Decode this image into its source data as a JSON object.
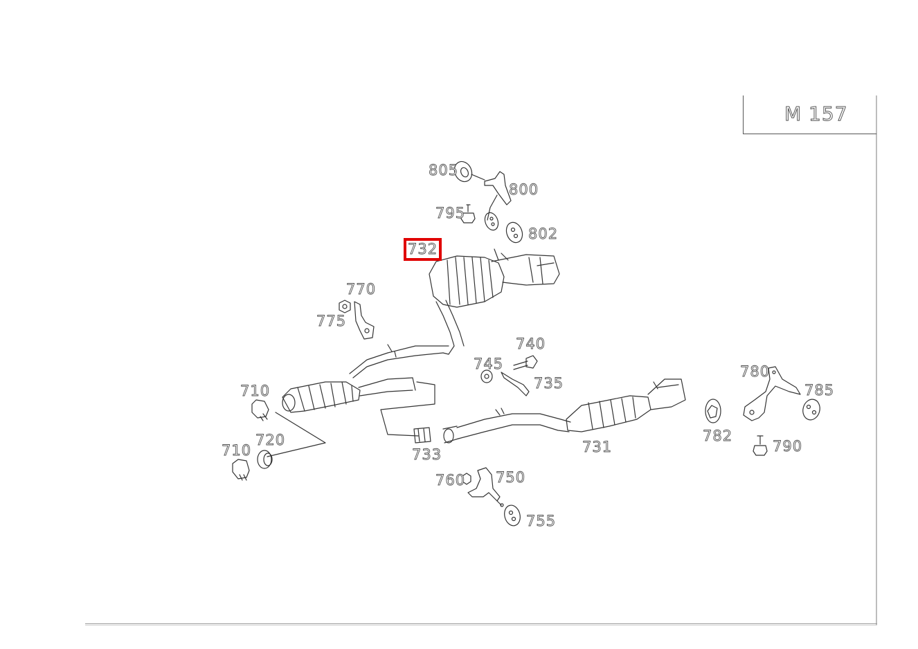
{
  "model_code": "M 157",
  "selected_part": "732",
  "colors": {
    "line": "#333333",
    "highlight": "#e00000",
    "background": "#ffffff"
  },
  "callouts": {
    "p805": "805",
    "p800": "800",
    "p795": "795",
    "p802": "802",
    "p732": "732",
    "p770": "770",
    "p775": "775",
    "p740": "740",
    "p745": "745",
    "p735": "735",
    "p780": "780",
    "p785": "785",
    "p710a": "710",
    "p710b": "710",
    "p720": "720",
    "p733": "733",
    "p731": "731",
    "p782": "782",
    "p790": "790",
    "p760": "760",
    "p750": "750",
    "p755": "755"
  }
}
